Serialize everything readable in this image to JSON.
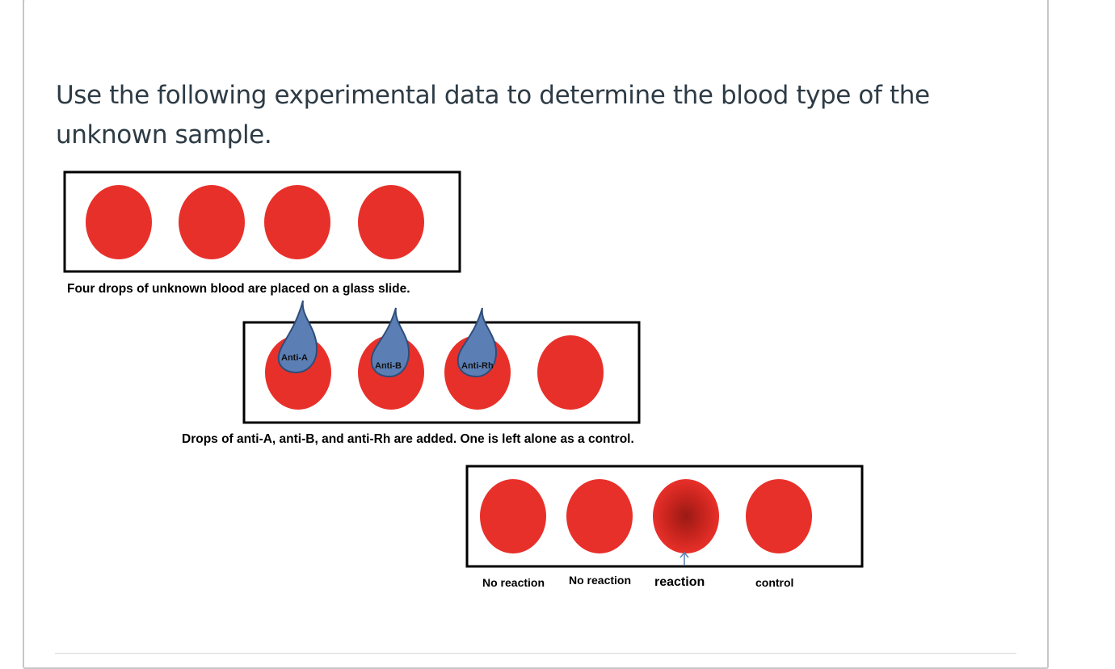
{
  "question": {
    "text": "Use the following experimental data to determine the blood type of the unknown sample."
  },
  "figure": {
    "panel1": {
      "caption": "Four drops of unknown blood are placed on a glass slide."
    },
    "panel2": {
      "droppers": [
        "Anti-A",
        "Anti-B",
        "Anti-Rh"
      ],
      "caption": "Drops of anti-A, anti-B, and anti-Rh are added.  One is left alone as a control."
    },
    "panel3": {
      "results": [
        "No reaction",
        "No reaction",
        "reaction",
        "control"
      ]
    },
    "colors": {
      "blood": "#e8302a",
      "reagent": "#5b7fb5",
      "reagent_outline": "#2e4d7a",
      "clump": "#9a1a14"
    }
  }
}
